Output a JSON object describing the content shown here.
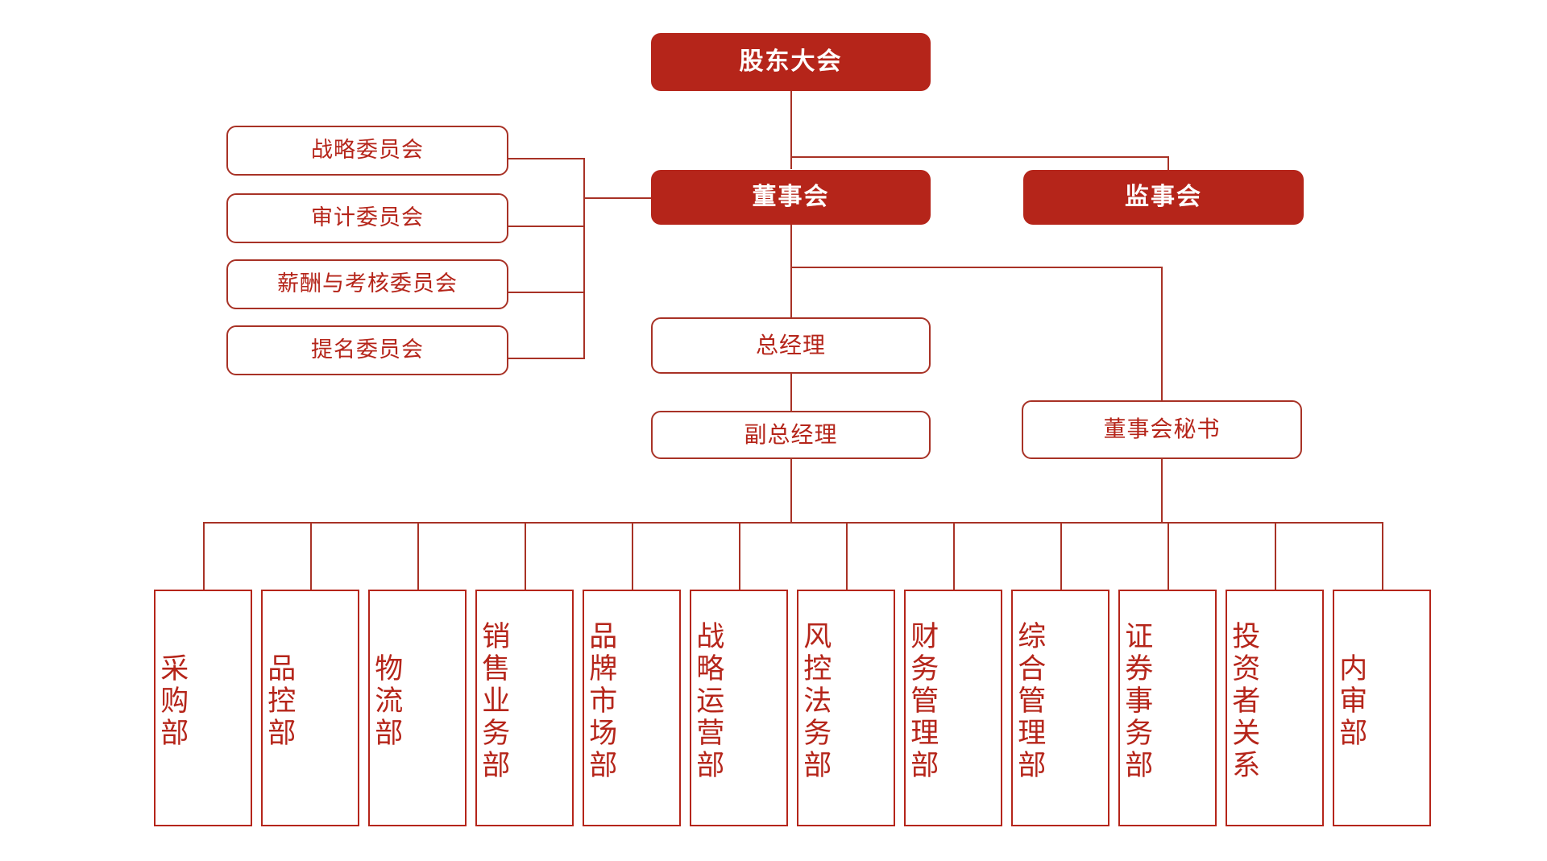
{
  "chart": {
    "title_shown": false,
    "colors": {
      "solid_fill": "#B5251A",
      "solid_text": "#FFFFFF",
      "outline_border": "#A83226",
      "outline_text": "#B5251A",
      "connector": "#A83226",
      "background": "#FFFFFF"
    }
  },
  "top": {
    "shareholders": "股东大会",
    "board": "董事会",
    "supervisors": "监事会"
  },
  "committees": [
    {
      "label": "战略委员会"
    },
    {
      "label": "审计委员会"
    },
    {
      "label": "薪酬与考核委员会"
    },
    {
      "label": "提名委员会"
    }
  ],
  "management": {
    "general_manager": "总经理",
    "deputy_general_manager": "副总经理",
    "board_secretary": "董事会秘书"
  },
  "departments": [
    {
      "label": "采购部"
    },
    {
      "label": "品控部"
    },
    {
      "label": "物流部"
    },
    {
      "label": "销售业务部"
    },
    {
      "label": "品牌市场部"
    },
    {
      "label": "战略运营部"
    },
    {
      "label": "风控法务部"
    },
    {
      "label": "财务管理部"
    },
    {
      "label": "综合管理部"
    },
    {
      "label": "证券事务部"
    },
    {
      "label": "投资者关系"
    },
    {
      "label": "内审部"
    }
  ]
}
